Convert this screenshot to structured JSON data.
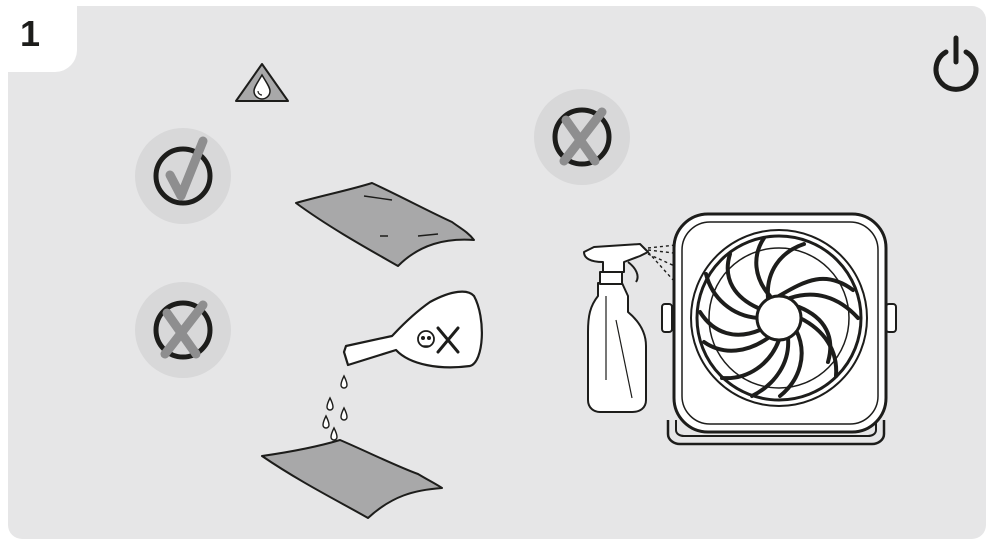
{
  "step": {
    "number": "1"
  },
  "colors": {
    "panel": "#e6e6e7",
    "circle_badge": "#d8d8d9",
    "ink": "#1d1d1b",
    "cloth": "#a8a8a9",
    "cross_stroke": "#8e8e8f"
  },
  "icons": [
    "power-icon",
    "water-warning-icon",
    "checkmark-icon",
    "cross-icon",
    "damp-cloth-icon",
    "poison-bottle-icon",
    "spray-bottle-icon",
    "fan-icon"
  ],
  "instructions": [
    {
      "id": "unplug",
      "status": "required"
    },
    {
      "id": "damp-cloth",
      "status": "allowed"
    },
    {
      "id": "chemical-cleaner",
      "status": "prohibited"
    },
    {
      "id": "spray-liquid-on-fan",
      "status": "prohibited"
    }
  ]
}
